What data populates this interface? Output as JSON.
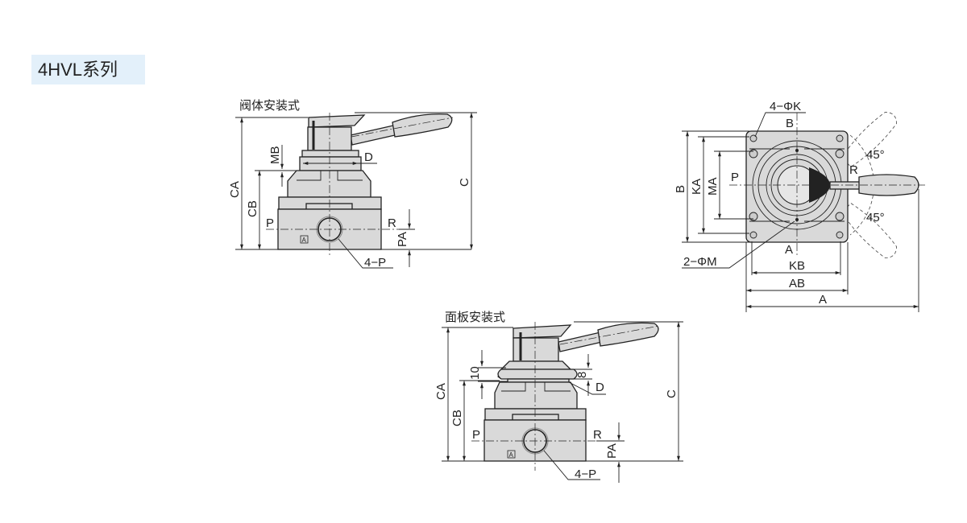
{
  "series_title": "4HVL系列",
  "body_mount": {
    "title": "阀体安装式",
    "labels": {
      "CA": "CA",
      "CB": "CB",
      "C": "C",
      "MB": "MB",
      "D": "D",
      "P": "P",
      "R": "R",
      "PA": "PA",
      "port": "4−P",
      "mark": "A"
    }
  },
  "top_view": {
    "labels": {
      "K": "4−ΦK",
      "M": "2−ΦM",
      "B_top": "B",
      "A_bottom": "A",
      "P": "P",
      "R": "R",
      "angle_up": "45°",
      "angle_down": "45°",
      "B": "B",
      "KA": "KA",
      "MA": "MA",
      "KB": "KB",
      "AB": "AB",
      "A": "A"
    }
  },
  "panel_mount": {
    "title": "面板安装式",
    "labels": {
      "CA": "CA",
      "CB": "CB",
      "C": "C",
      "ten": "10",
      "eight": "8",
      "D": "D",
      "P": "P",
      "R": "R",
      "PA": "PA",
      "port": "4−P",
      "mark": "A"
    }
  }
}
